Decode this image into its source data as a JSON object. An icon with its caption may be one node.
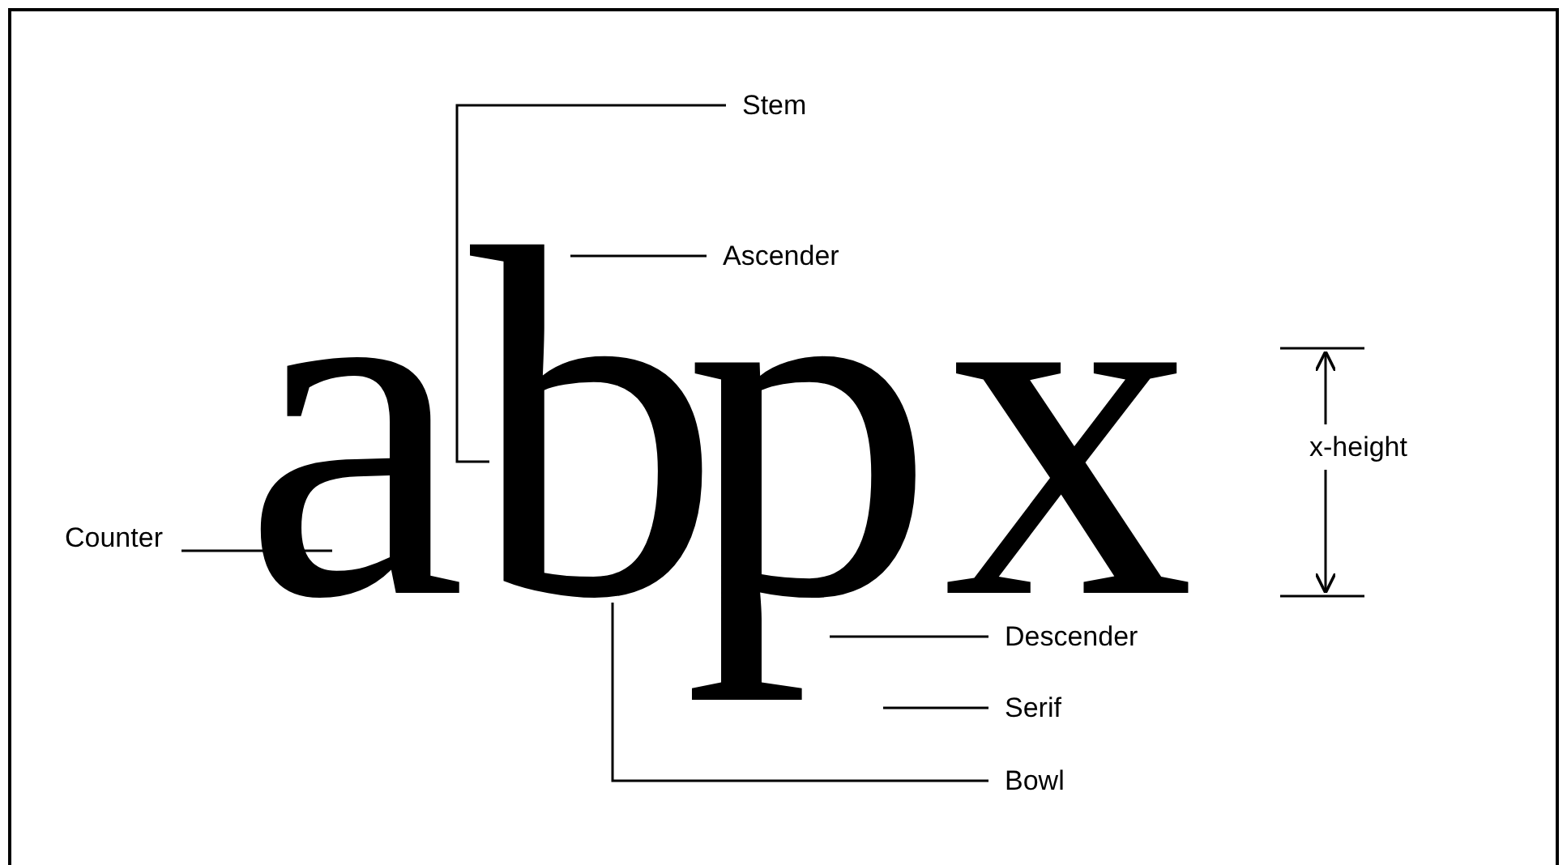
{
  "diagram": {
    "nodes": [
      {
        "text": [
          "abpx"
        ]
      },
      {
        "text": [
          "Stem"
        ]
      },
      {
        "text": [
          "Ascender"
        ]
      },
      {
        "text": [
          "Counter"
        ]
      },
      {
        "text": [
          "Descender"
        ]
      },
      {
        "text": [
          "Serif"
        ]
      },
      {
        "text": [
          "Bowl"
        ]
      }
    ],
    "edges": [
      {
        "from": 1,
        "to": 0,
        "arrow": "none"
      },
      {
        "from": 2,
        "to": 0,
        "arrow": "none"
      },
      {
        "from": 3,
        "to": 0,
        "arrow": "none"
      },
      {
        "from": 4,
        "to": 0,
        "arrow": "none"
      },
      {
        "from": 5,
        "to": 0,
        "arrow": "none"
      },
      {
        "from": 6,
        "to": 0,
        "arrow": "none"
      }
    ],
    "labels": [
      "x-height"
    ]
  }
}
